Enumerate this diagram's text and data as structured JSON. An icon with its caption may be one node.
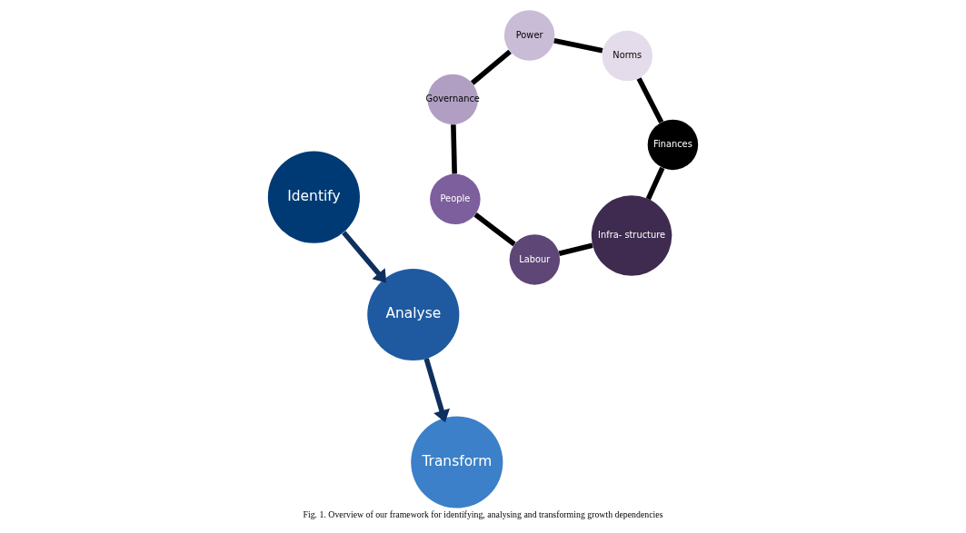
{
  "diagram": {
    "caption": "Fig. 1. Overview of our framework for identifying, analysing and transforming growth dependencies",
    "nodes": [
      {
        "text": [
          "Identify"
        ]
      },
      {
        "text": [
          "Norms"
        ]
      },
      {
        "text": [
          "Finances"
        ]
      },
      {
        "text": [
          "Infra- structure"
        ]
      },
      {
        "text": [
          "Analyse"
        ]
      },
      {
        "text": [
          "Transform"
        ]
      },
      {
        "text": [
          "Power"
        ]
      },
      {
        "text": [
          "Labour"
        ]
      },
      {
        "text": [
          "Governance"
        ]
      },
      {
        "text": [
          "People"
        ]
      }
    ],
    "edges": [
      {
        "from": 0,
        "to": 4,
        "arrow": "to",
        "color": "#0f2f5e"
      },
      {
        "from": 1,
        "to": 2,
        "arrow": "none"
      },
      {
        "from": 2,
        "to": 3,
        "arrow": "none"
      },
      {
        "from": 3,
        "to": 7,
        "arrow": "none"
      },
      {
        "from": 7,
        "to": 9,
        "arrow": "none"
      },
      {
        "from": 9,
        "to": 8,
        "arrow": "none"
      },
      {
        "from": 8,
        "to": 6,
        "arrow": "none"
      },
      {
        "from": 6,
        "to": 1,
        "arrow": "none"
      },
      {
        "from": 4,
        "to": 5,
        "arrow": "to",
        "color": "#0f2f5e"
      }
    ]
  }
}
